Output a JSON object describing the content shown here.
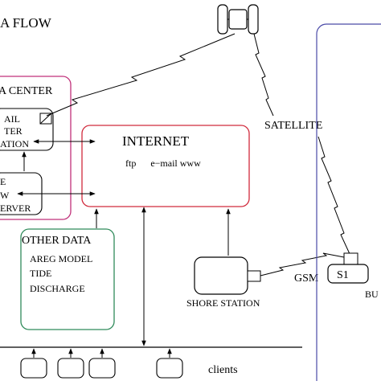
{
  "title": "A FLOW",
  "data_center": {
    "label": "A CENTER",
    "mail_station_lines": [
      "AIL",
      "TER",
      "ATION"
    ],
    "server_lines": [
      "E",
      "W",
      "ERVER"
    ]
  },
  "internet": {
    "label": "INTERNET",
    "services": "ftp      e−mail www"
  },
  "other_data": {
    "label": "OTHER DATA",
    "items": [
      "AREG MODEL",
      "TIDE",
      "DISCHARGE"
    ]
  },
  "satellite_label": "SATELLITE",
  "shore_station_label": "SHORE STATION",
  "gsm_label": "GSM",
  "buoy": {
    "s1_label": "S1",
    "name_partial": "BU"
  },
  "clients_label": "clients",
  "colors": {
    "data_center_border": "#c0317a",
    "internet_border": "#d12a3c",
    "other_data_border": "#2f8a5a",
    "buoy_border": "#4a4aa8"
  }
}
